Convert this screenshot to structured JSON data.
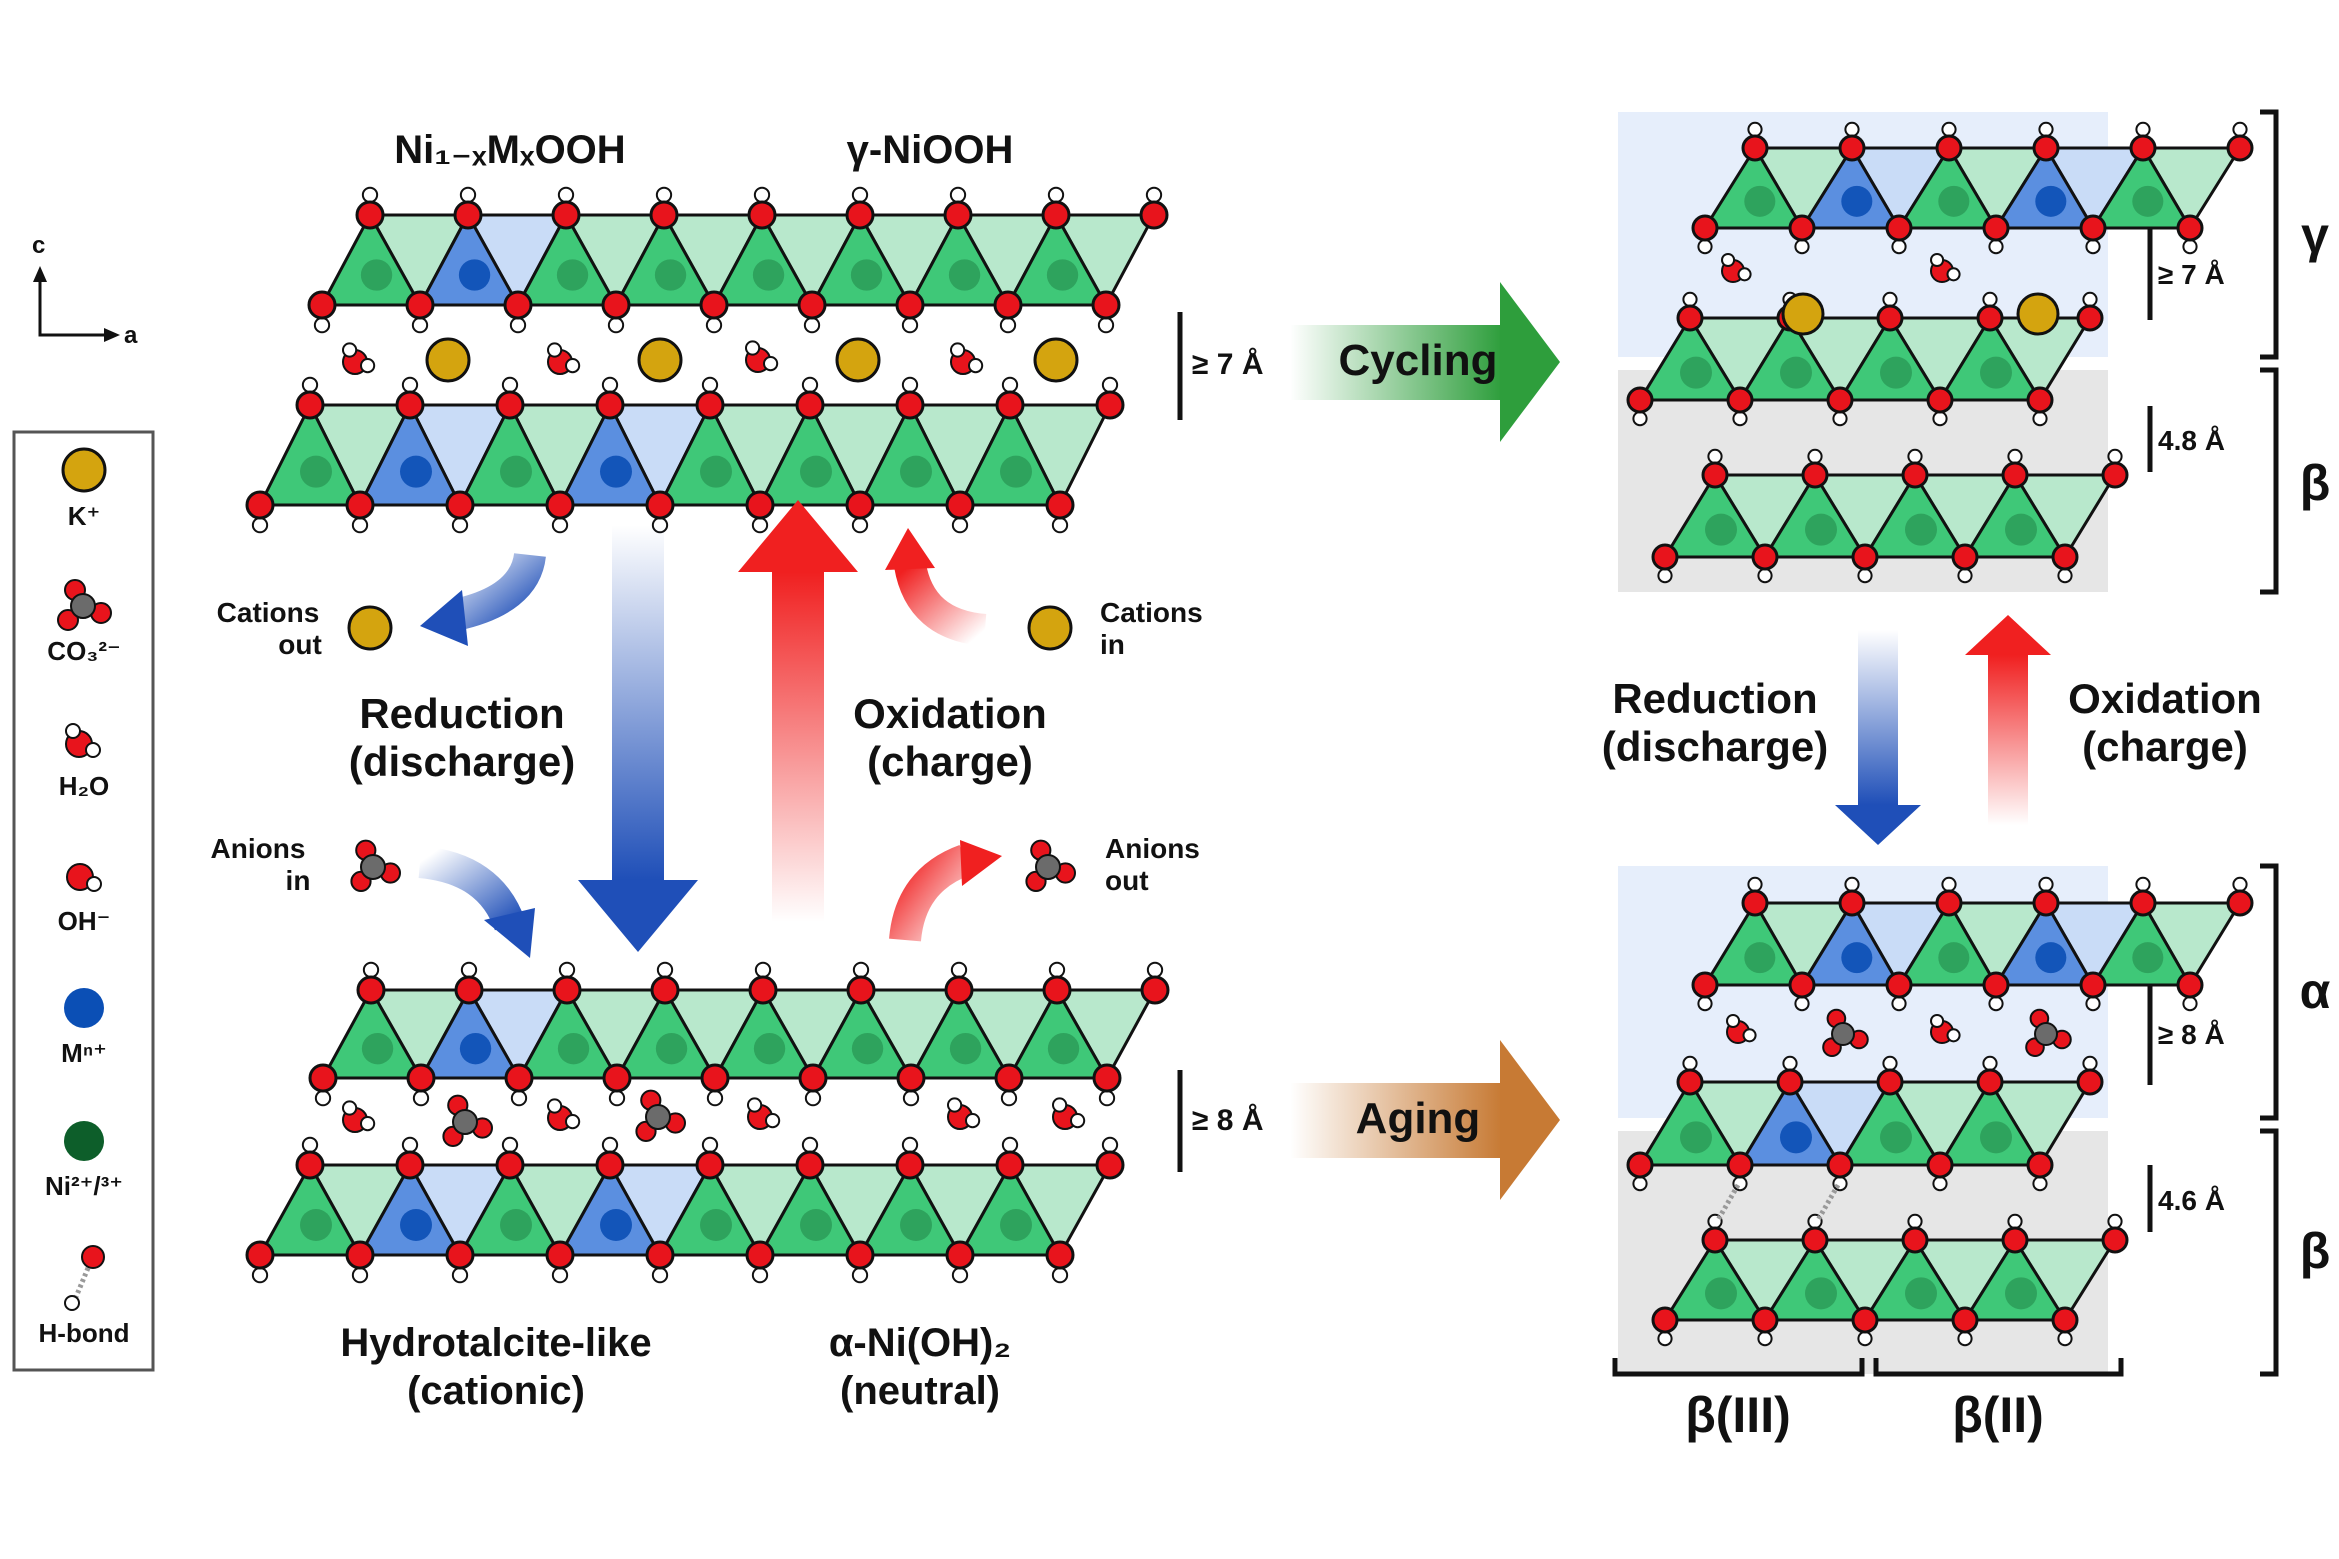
{
  "axes": {
    "vertical": "c",
    "horizontal": "a"
  },
  "legend": {
    "items": [
      {
        "label": "K⁺",
        "kind": "k-ion"
      },
      {
        "label": "CO₃²⁻",
        "kind": "carbonate"
      },
      {
        "label": "H₂O",
        "kind": "water"
      },
      {
        "label": "OH⁻",
        "kind": "hydroxide"
      },
      {
        "label": "Mⁿ⁺",
        "kind": "m-ion"
      },
      {
        "label": "Ni²⁺/³⁺",
        "kind": "ni-ion"
      },
      {
        "label": "H-bond",
        "kind": "h-bond"
      }
    ]
  },
  "left": {
    "top_title_left": "Ni₁₋ₓMₓOOH",
    "top_title_right": "γ-NiOOH",
    "top_spacing": "≥ 7 Å",
    "cations_out": [
      "Cations",
      "out"
    ],
    "cations_in": [
      "Cations",
      "in"
    ],
    "reduction": [
      "Reduction",
      "(discharge)"
    ],
    "oxidation": [
      "Oxidation",
      "(charge)"
    ],
    "anions_in": [
      "Anions",
      "in"
    ],
    "anions_out": [
      "Anions",
      "out"
    ],
    "bottom_spacing": "≥ 8 Å",
    "bottom_title_left": [
      "Hydrotalcite-like",
      "(cationic)"
    ],
    "bottom_title_right": [
      "α-Ni(OH)₂",
      "(neutral)"
    ]
  },
  "middle": {
    "cycling": "Cycling",
    "aging": "Aging"
  },
  "right": {
    "top": {
      "gamma_label": "γ",
      "beta_label": "β",
      "gamma_spacing": "≥ 7 Å",
      "beta_spacing": "4.8 Å"
    },
    "reduction": [
      "Reduction",
      "(discharge)"
    ],
    "oxidation": [
      "Oxidation",
      "(charge)"
    ],
    "bottom": {
      "alpha_label": "α",
      "beta_label": "β",
      "alpha_spacing": "≥ 8 Å",
      "beta_spacing": "4.6 Å"
    },
    "beta_iii": "β(III)",
    "beta_ii": "β(II)"
  },
  "colors": {
    "oxygen": "#e8141c",
    "hydrogen": "#ffffff",
    "potassium": "#d4a40f",
    "carbon": "#6b6b6b",
    "m_ion": "#0b4fb5",
    "ni_ion": "#0d5e2a",
    "green_octahedron": "#3fc878",
    "pale_green_octahedron": "#b8e8cc",
    "blue_octahedron": "#5b8fe0",
    "pale_blue_octahedron": "#c9dcf7",
    "reduction_arrow": "#1f4fb8",
    "oxidation_arrow": "#f02020",
    "cycling_arrow": "#2e9e3c",
    "aging_arrow": "#c77a34",
    "panel_blue": "#e6eefb",
    "panel_grey": "#e6e6e6"
  }
}
